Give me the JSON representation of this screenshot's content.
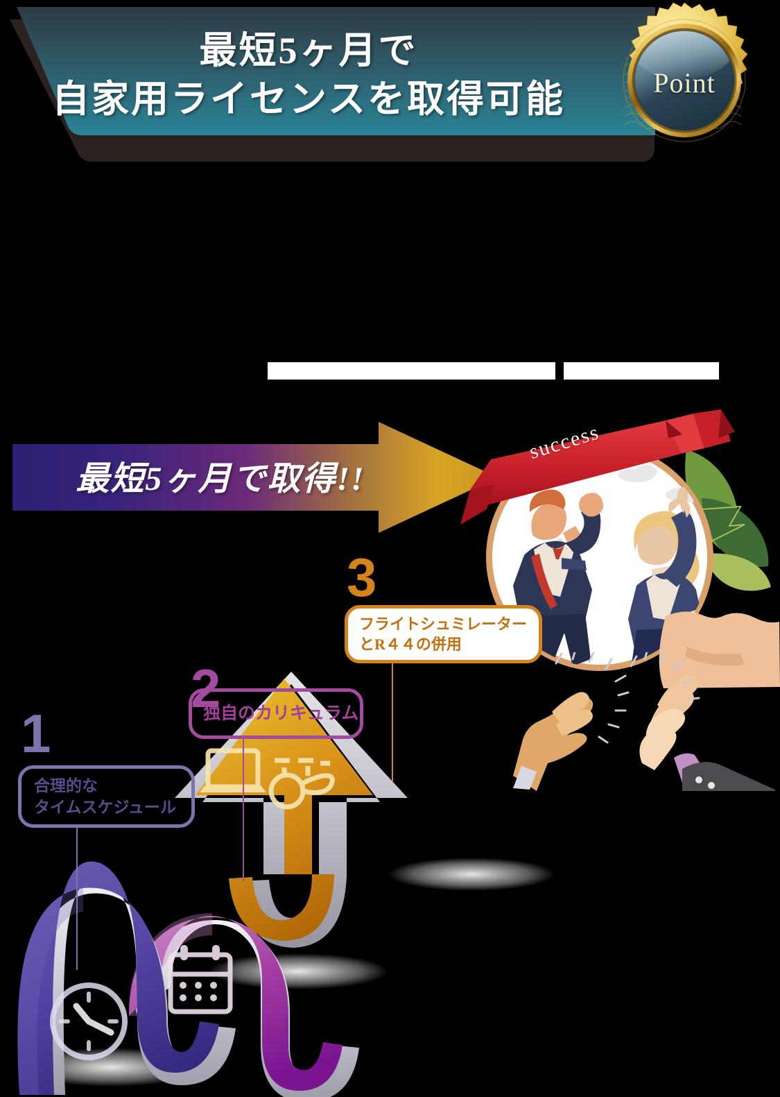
{
  "header": {
    "title": "最短5ヶ月で\n自家用ライセンスを取得可能",
    "badge_label": "Point",
    "banner_gradient_top": "#2E3B44",
    "banner_gradient_bottom": "#2A8497",
    "banner_shadow_color": "#2B211F",
    "badge_gold": "#E9C25B",
    "badge_center": "#2C4A5C"
  },
  "arrow": {
    "text": "最短5ヶ月で取得!!",
    "gradient_start": "#2D2073",
    "gradient_mid": "#6B2A7A",
    "gradient_end": "#D9A526"
  },
  "success": {
    "ribbon_text": "success",
    "ribbon_color": "#C8202B",
    "circle_fill": "#FFFFFF",
    "circle_rim": "#D9A06A",
    "leaf_dark": "#3E6B34",
    "leaf_mid": "#6F9B3E",
    "leaf_light": "#A9BE5C"
  },
  "steps": [
    {
      "number": "1",
      "label": "合理的な\nタイムスケジュール",
      "color": "#7E73AD",
      "icon": "clock-icon",
      "segment_color_top": "#6A5CB0",
      "segment_color_bottom": "#3B2F8C"
    },
    {
      "number": "2",
      "label": "独自のカリキュラム",
      "color": "#A44BA0",
      "icon": "calendar-icon",
      "segment_color_top": "#C06BBE",
      "segment_color_bottom": "#7A1491"
    },
    {
      "number": "3",
      "label": "フライトシュミレーター\nとR４４の併用",
      "color": "#D4841A",
      "icon": "laptop-headset-icon",
      "segment_color_top": "#E3B224",
      "segment_color_bottom": "#B86A0B"
    }
  ],
  "decor": {
    "white_bar_color": "#FFFFFF",
    "background": "#000000",
    "ribbon_edge": "#C9CAD4"
  }
}
